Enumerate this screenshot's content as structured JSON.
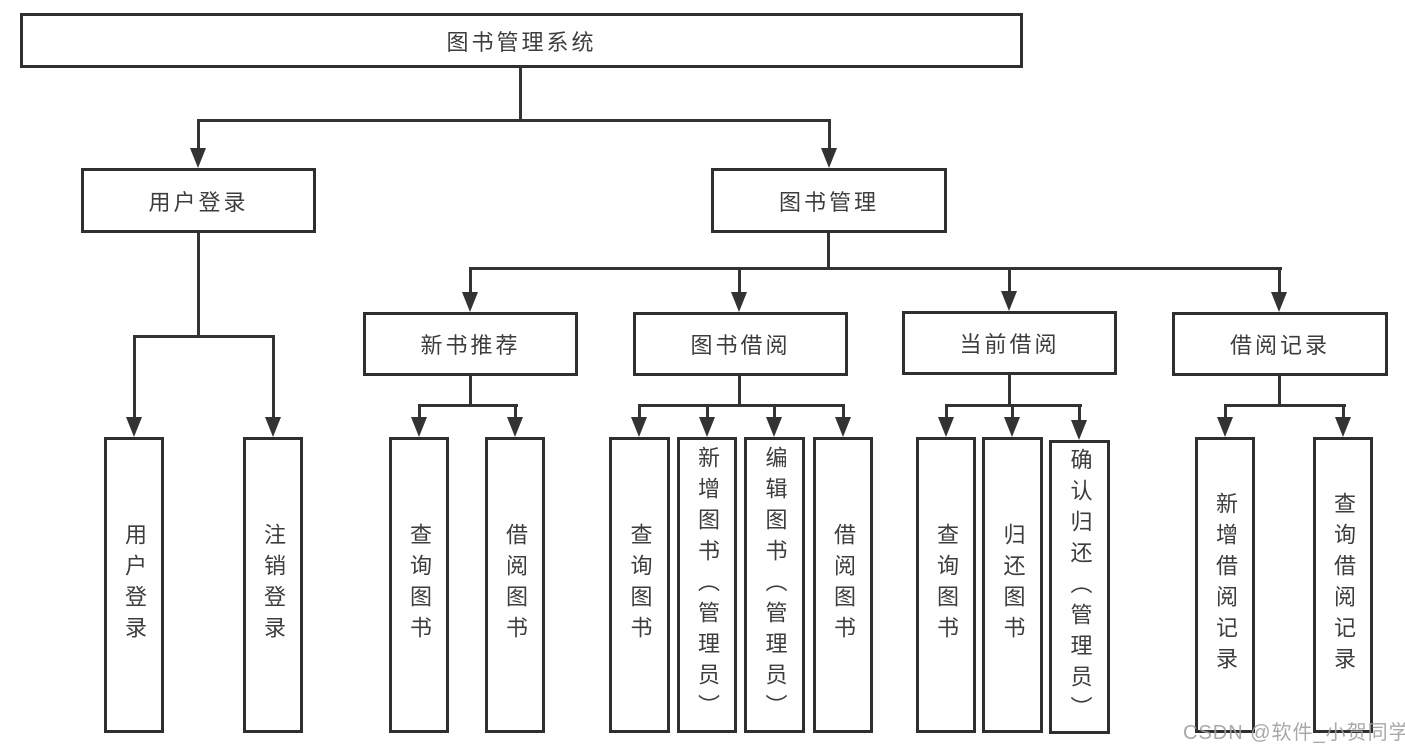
{
  "diagram": {
    "type": "hierarchy-tree",
    "root": "图书管理系统",
    "level2": {
      "userLogin": "用户登录",
      "bookMgmt": "图书管理"
    },
    "level3": {
      "newBookRec": "新书推荐",
      "bookBorrow": "图书借阅",
      "currentBorrow": "当前借阅",
      "borrowRecords": "借阅记录"
    },
    "leaves": {
      "userLogin": "用户登录",
      "logout": "注销登录",
      "queryBooksRec": "查询图书",
      "borrowBooksRec": "借阅图书",
      "queryBooksBorrow": "查询图书",
      "addBooksAdmin": "新增图书（管理员）",
      "editBooksAdmin": "编辑图书（管理员）",
      "borrowBooksBorrow": "借阅图书",
      "queryBooksCurrent": "查询图书",
      "returnBooks": "归还图书",
      "confirmReturnAdmin": "确认归还（管理员）",
      "addBorrowRecord": "新增借阅记录",
      "queryBorrowRecord": "查询借阅记录"
    },
    "edges": [
      [
        "图书管理系统",
        "用户登录"
      ],
      [
        "图书管理系统",
        "图书管理"
      ],
      [
        "用户登录",
        "用户登录"
      ],
      [
        "用户登录",
        "注销登录"
      ],
      [
        "图书管理",
        "新书推荐"
      ],
      [
        "图书管理",
        "图书借阅"
      ],
      [
        "图书管理",
        "当前借阅"
      ],
      [
        "图书管理",
        "借阅记录"
      ],
      [
        "新书推荐",
        "查询图书"
      ],
      [
        "新书推荐",
        "借阅图书"
      ],
      [
        "图书借阅",
        "查询图书"
      ],
      [
        "图书借阅",
        "新增图书（管理员）"
      ],
      [
        "图书借阅",
        "编辑图书（管理员）"
      ],
      [
        "图书借阅",
        "借阅图书"
      ],
      [
        "当前借阅",
        "查询图书"
      ],
      [
        "当前借阅",
        "归还图书"
      ],
      [
        "当前借阅",
        "确认归还（管理员）"
      ],
      [
        "借阅记录",
        "新增借阅记录"
      ],
      [
        "借阅记录",
        "查询借阅记录"
      ]
    ],
    "colors": {
      "boxBorder": "#2f2f2f",
      "connector": "#333333",
      "text": "#3d3d3d",
      "background": "#ffffff",
      "watermark": "#a0a0a0"
    },
    "watermark": "CSDN @软件_小贺同学"
  }
}
